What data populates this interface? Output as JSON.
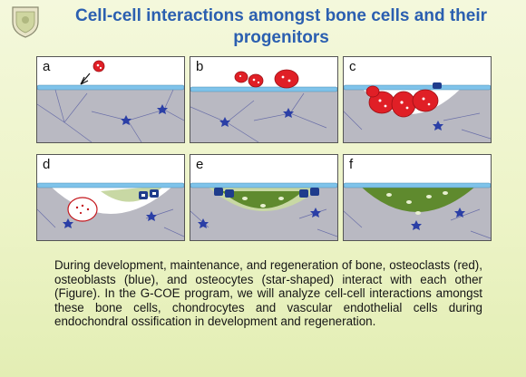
{
  "title": "Cell-cell interactions amongst bone cells and their progenitors",
  "panels": [
    {
      "label": "a"
    },
    {
      "label": "b"
    },
    {
      "label": "c"
    },
    {
      "label": "d"
    },
    {
      "label": "e"
    },
    {
      "label": "f"
    }
  ],
  "description": "During development, maintenance, and regeneration of bone, osteoclasts (red), osteoblasts (blue), and osteocytes (star-shaped) interact with each other (Figure). In the G-COE program, we will analyze cell-cell interactions amongst these bone cells, chondrocytes and vascular endothelial cells during endochondral ossification in development and regeneration.",
  "colors": {
    "title": "#2b5fb0",
    "osteoclast": "#e01f26",
    "osteoblast": "#1f3c8c",
    "lining": "#7fc3ea",
    "bone": "#b9b9c2",
    "cartilage": "#c8d8a4",
    "ossified": "#5f8a2e"
  }
}
